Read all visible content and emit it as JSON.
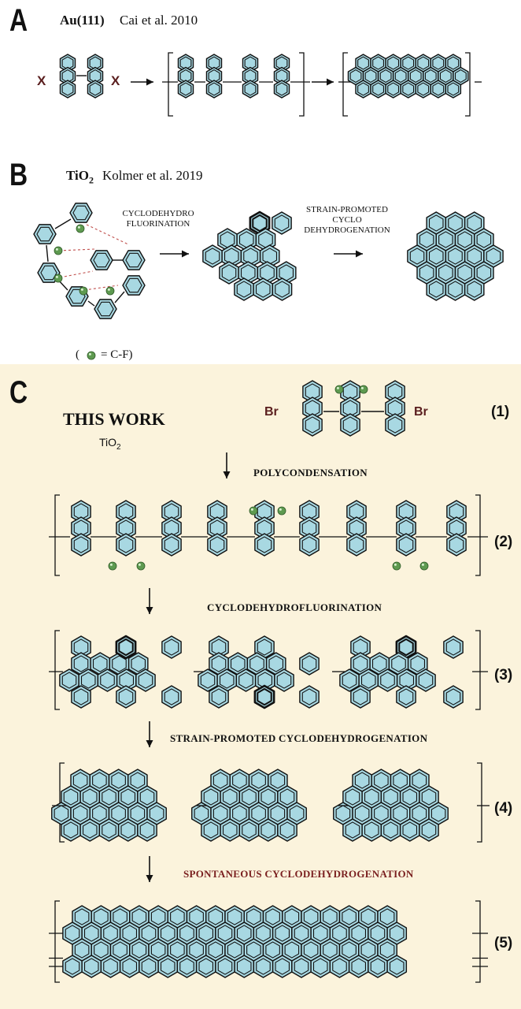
{
  "panel_a": {
    "label": "A",
    "substrate": "Au(111)",
    "citation": "Cai et al. 2010",
    "substituent": "X"
  },
  "panel_b": {
    "label": "B",
    "substrate_main": "TiO",
    "substrate_sub": "2",
    "citation": "Kolmer et al. 2019",
    "step1_line1": "CYCLODEHYDRO",
    "step1_line2": "FLUORINATION",
    "step2_line1": "STRAIN-PROMOTED",
    "step2_line2": "CYCLO",
    "step2_line3": "DEHYDROGENATION",
    "legend_open": "(",
    "legend_text": "=  C-F)"
  },
  "panel_c": {
    "label": "C",
    "title": "THIS WORK",
    "substrate_main": "TiO",
    "substrate_sub": "2",
    "substituent": "Br",
    "steps": [
      "POLYCONDENSATION",
      "CYCLODEHYDROFLUORINATION",
      "STRAIN-PROMOTED CYCLODEHYDROGENATION",
      "SPONTANEOUS CYCLODEHYDROGENATION"
    ],
    "compound_numbers": [
      "(1)",
      "(2)",
      "(3)",
      "(4)",
      "(5)"
    ]
  },
  "colors": {
    "ring_fill": "#a8d8e2",
    "bond": "#111111",
    "fluorine_atom": "#5e9a50",
    "dashed_link": "#c0504d",
    "highlight_text": "#7a1f1f",
    "panel_c_background": "#fbf3dc"
  }
}
